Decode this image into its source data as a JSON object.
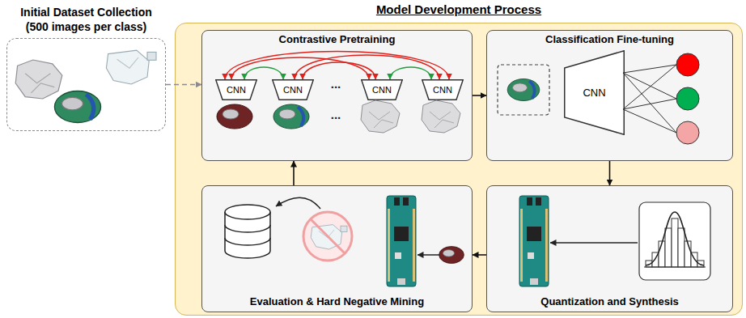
{
  "diagram": {
    "nodes": [
      {
        "text": [
          "Initial Dataset Collection",
          "(500 images per class)"
        ]
      },
      {
        "text": [
          "Model Development Process"
        ]
      },
      {
        "text": [
          "Contrastive Pretraining"
        ],
        "in": 1
      },
      {
        "text": [
          "CNN"
        ],
        "in": 2
      },
      {
        "text": [
          "CNN"
        ],
        "in": 2
      },
      {
        "text": [
          "CNN"
        ],
        "in": 2
      },
      {
        "text": [
          "CNN"
        ],
        "in": 2
      },
      {
        "text": [
          "Classification Fine-tuning"
        ],
        "in": 1
      },
      {
        "text": [
          "CNN"
        ],
        "in": 7
      },
      {
        "text": [
          "Evaluation & Hard Negative Mining"
        ],
        "in": 1
      },
      {
        "text": [
          "Quantization and Synthesis"
        ],
        "in": 1
      }
    ],
    "edges": [
      {
        "from": 0,
        "to": 2,
        "arrow": "to"
      },
      {
        "from": 2,
        "to": 7,
        "arrow": "to"
      },
      {
        "from": 7,
        "to": 10,
        "arrow": "to"
      },
      {
        "from": 10,
        "to": 9,
        "arrow": "to"
      },
      {
        "from": 9,
        "to": 2,
        "arrow": "to"
      },
      {
        "from": 3,
        "to": 4,
        "arrow": "both"
      },
      {
        "from": 5,
        "to": 6,
        "arrow": "both"
      },
      {
        "from": 3,
        "to": 5,
        "arrow": "both"
      },
      {
        "from": 3,
        "to": 6,
        "arrow": "both"
      },
      {
        "from": 4,
        "to": 5,
        "arrow": "both"
      },
      {
        "from": 4,
        "to": 6,
        "arrow": "both"
      }
    ],
    "labels": [
      "...",
      "..."
    ]
  }
}
